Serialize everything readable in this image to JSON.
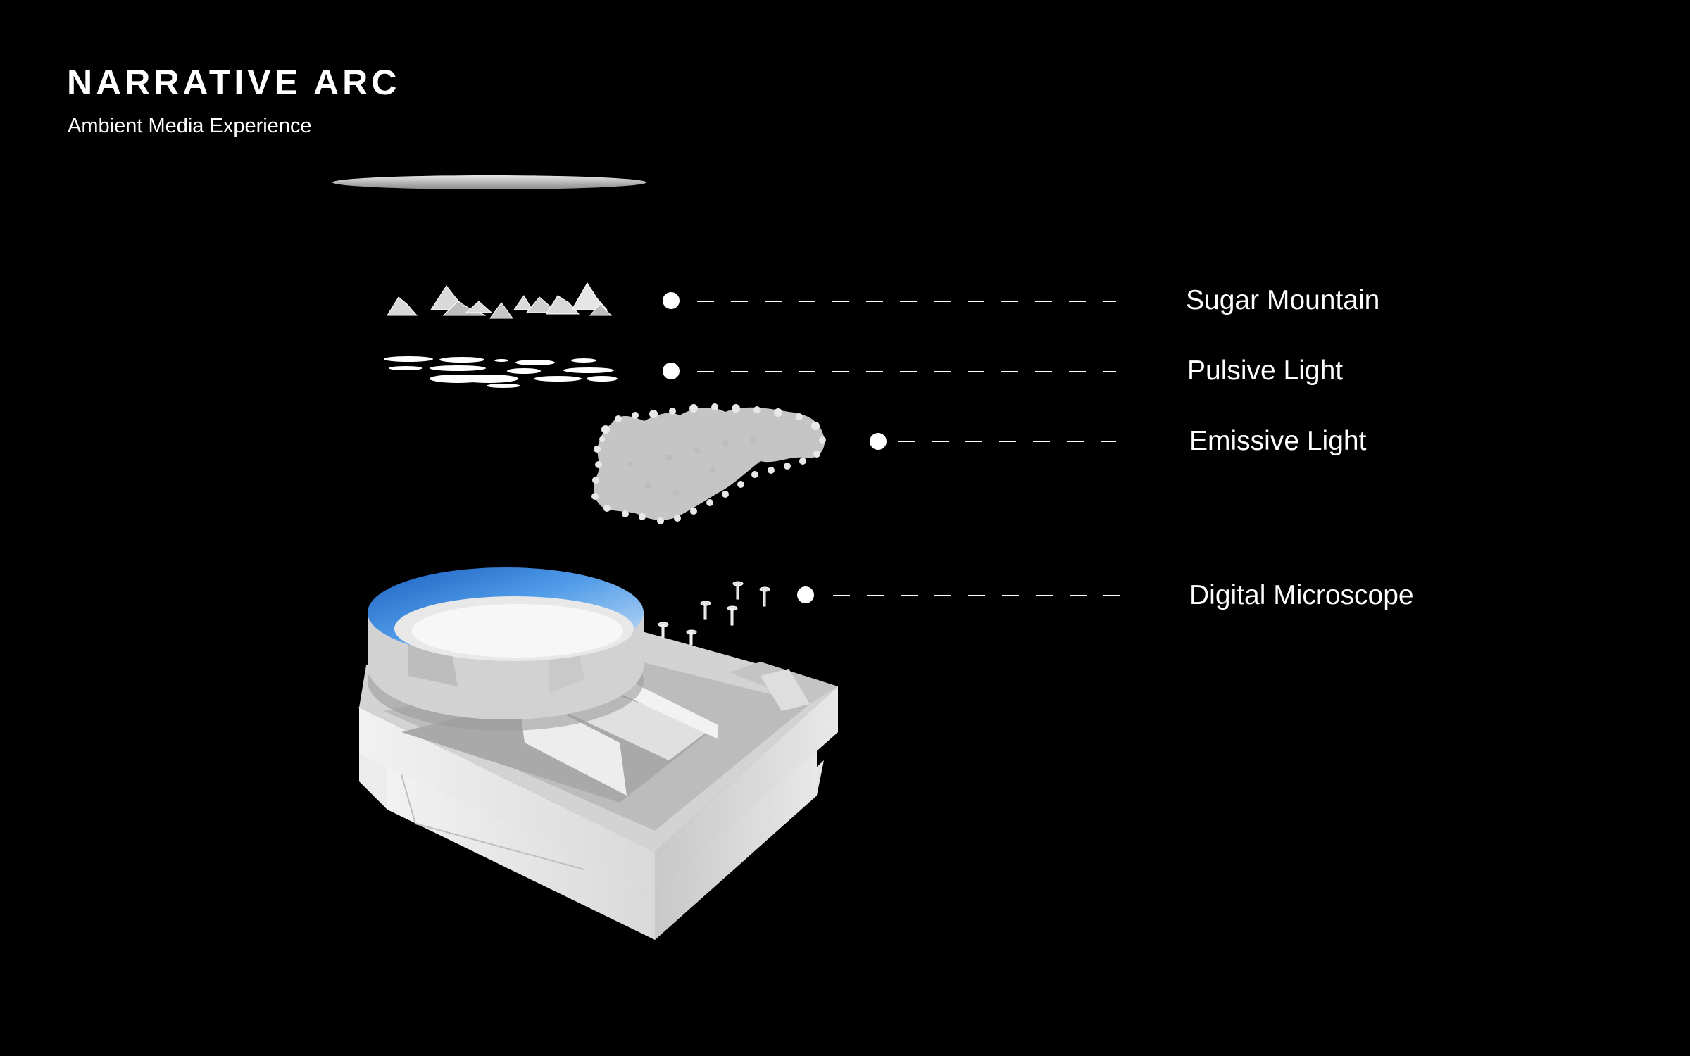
{
  "header": {
    "title": "NARRATIVE ARC",
    "subtitle": "Ambient Media Experience"
  },
  "layers": [
    {
      "label": "Sugar Mountain",
      "icon": "mountains-icon"
    },
    {
      "label": "Pulsive Light",
      "icon": "light-discs-icon"
    },
    {
      "label": "Emissive Light",
      "icon": "particle-cloud-icon"
    },
    {
      "label": "Digital Microscope",
      "icon": "building-model-icon"
    }
  ],
  "colors": {
    "background": "#000000",
    "text": "#ffffff",
    "pool_blue": "#2f7fd6",
    "model_grey": "#cfcfcf"
  }
}
